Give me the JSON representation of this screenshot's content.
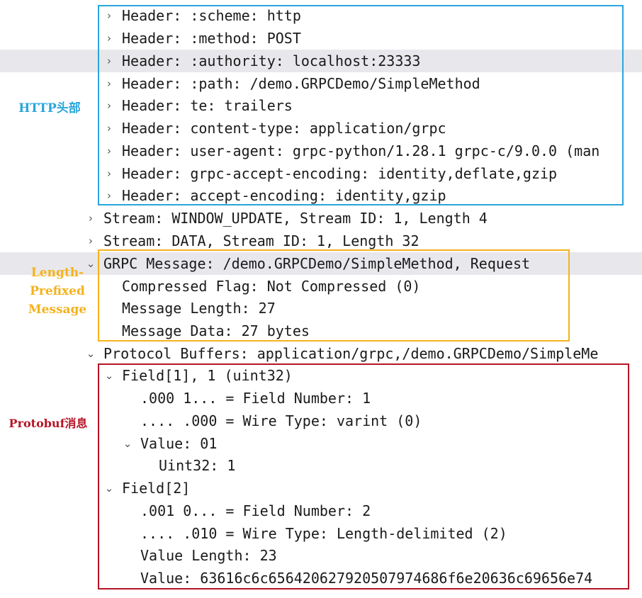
{
  "annotations": {
    "http_headers": "HTTP头部",
    "length_prefixed": [
      "Length-",
      "Prefixed",
      "Message"
    ],
    "protobuf_message": "Protobuf消息"
  },
  "colors": {
    "http_box": "#2aa5dc",
    "length_prefixed_box": "#f4b21d",
    "protobuf_box": "#b71425",
    "selected_row": "#e8e8ec"
  },
  "tree": {
    "headers": [
      "Header: :scheme: http",
      "Header: :method: POST",
      "Header: :authority: localhost:23333",
      "Header: :path: /demo.GRPCDemo/SimpleMethod",
      "Header: te: trailers",
      "Header: content-type: application/grpc",
      "Header: user-agent: grpc-python/1.28.1 grpc-c/9.0.0 (man",
      "Header: grpc-accept-encoding: identity,deflate,gzip",
      "Header: accept-encoding: identity,gzip"
    ],
    "stream_window_update": "Stream: WINDOW_UPDATE, Stream ID: 1, Length 4",
    "stream_data": "Stream: DATA, Stream ID: 1, Length 32",
    "grpc_message": {
      "title": "GRPC Message: /demo.GRPCDemo/SimpleMethod, Request",
      "compressed_flag": "Compressed Flag: Not Compressed (0)",
      "message_length": "Message Length: 27",
      "message_data": "Message Data: 27 bytes"
    },
    "protocol_buffers": "Protocol Buffers: application/grpc,/demo.GRPCDemo/SimpleMe",
    "field1": {
      "title": "Field[1], 1 (uint32)",
      "field_number": ".000 1... = Field Number: 1",
      "wire_type": ".... .000 = Wire Type: varint (0)",
      "value_title": "Value: 01",
      "uint32": "Uint32: 1"
    },
    "field2": {
      "title": "Field[2]",
      "field_number": ".001 0... = Field Number: 2",
      "wire_type": ".... .010 = Wire Type: Length-delimited (2)",
      "value_length": "Value Length: 23",
      "value": "Value: 63616c6c656420627920507974686f6e20636c69656e74"
    }
  }
}
